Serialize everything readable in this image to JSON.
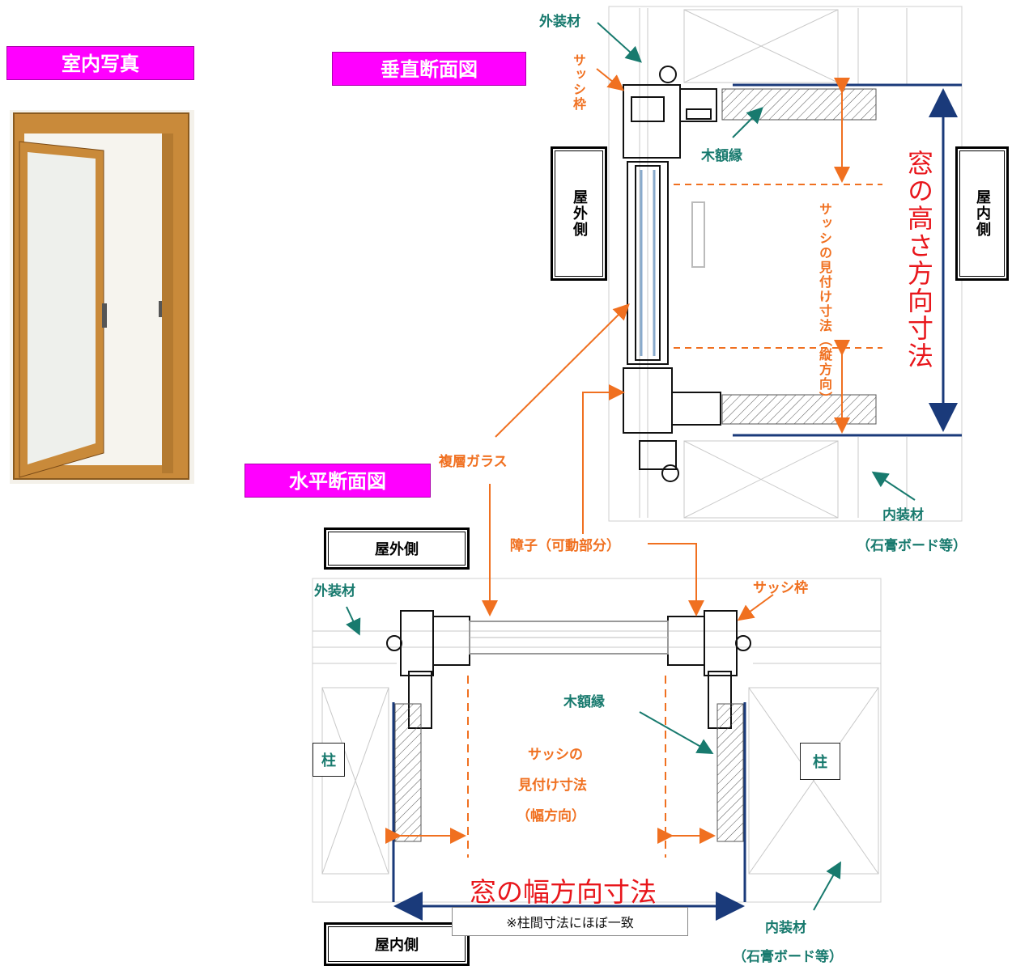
{
  "labels": {
    "interior_photo": "室内写真",
    "vertical_section": "垂直断面図",
    "horizontal_section": "水平断面図",
    "outdoor_side": "屋外側",
    "indoor_side": "屋内側",
    "exterior_material": "外装材",
    "sash_frame": "サッシ枠",
    "wood_trim": "木額縁",
    "double_glass": "複層ガラス",
    "shoji": "障子（可動部分）",
    "interior_material": "内装材",
    "interior_material_note": "（石膏ボード等）",
    "sash_visible_vertical": "サッシの見付け寸法（縦方向）",
    "window_height": "窓の高さ方向寸法",
    "sash_visible_horizontal_1": "サッシの",
    "sash_visible_horizontal_2": "見付け寸法",
    "sash_visible_horizontal_3": "（幅方向）",
    "window_width": "窓の幅方向寸法",
    "pillar": "柱",
    "width_note": "※柱間寸法にほぼ一致"
  },
  "colors": {
    "tag_bg": "#ff00ff",
    "teal": "#187a6e",
    "orange": "#f07020",
    "red": "#e8161b",
    "navy": "#1a3a7a",
    "wood": "#c98a3a"
  }
}
